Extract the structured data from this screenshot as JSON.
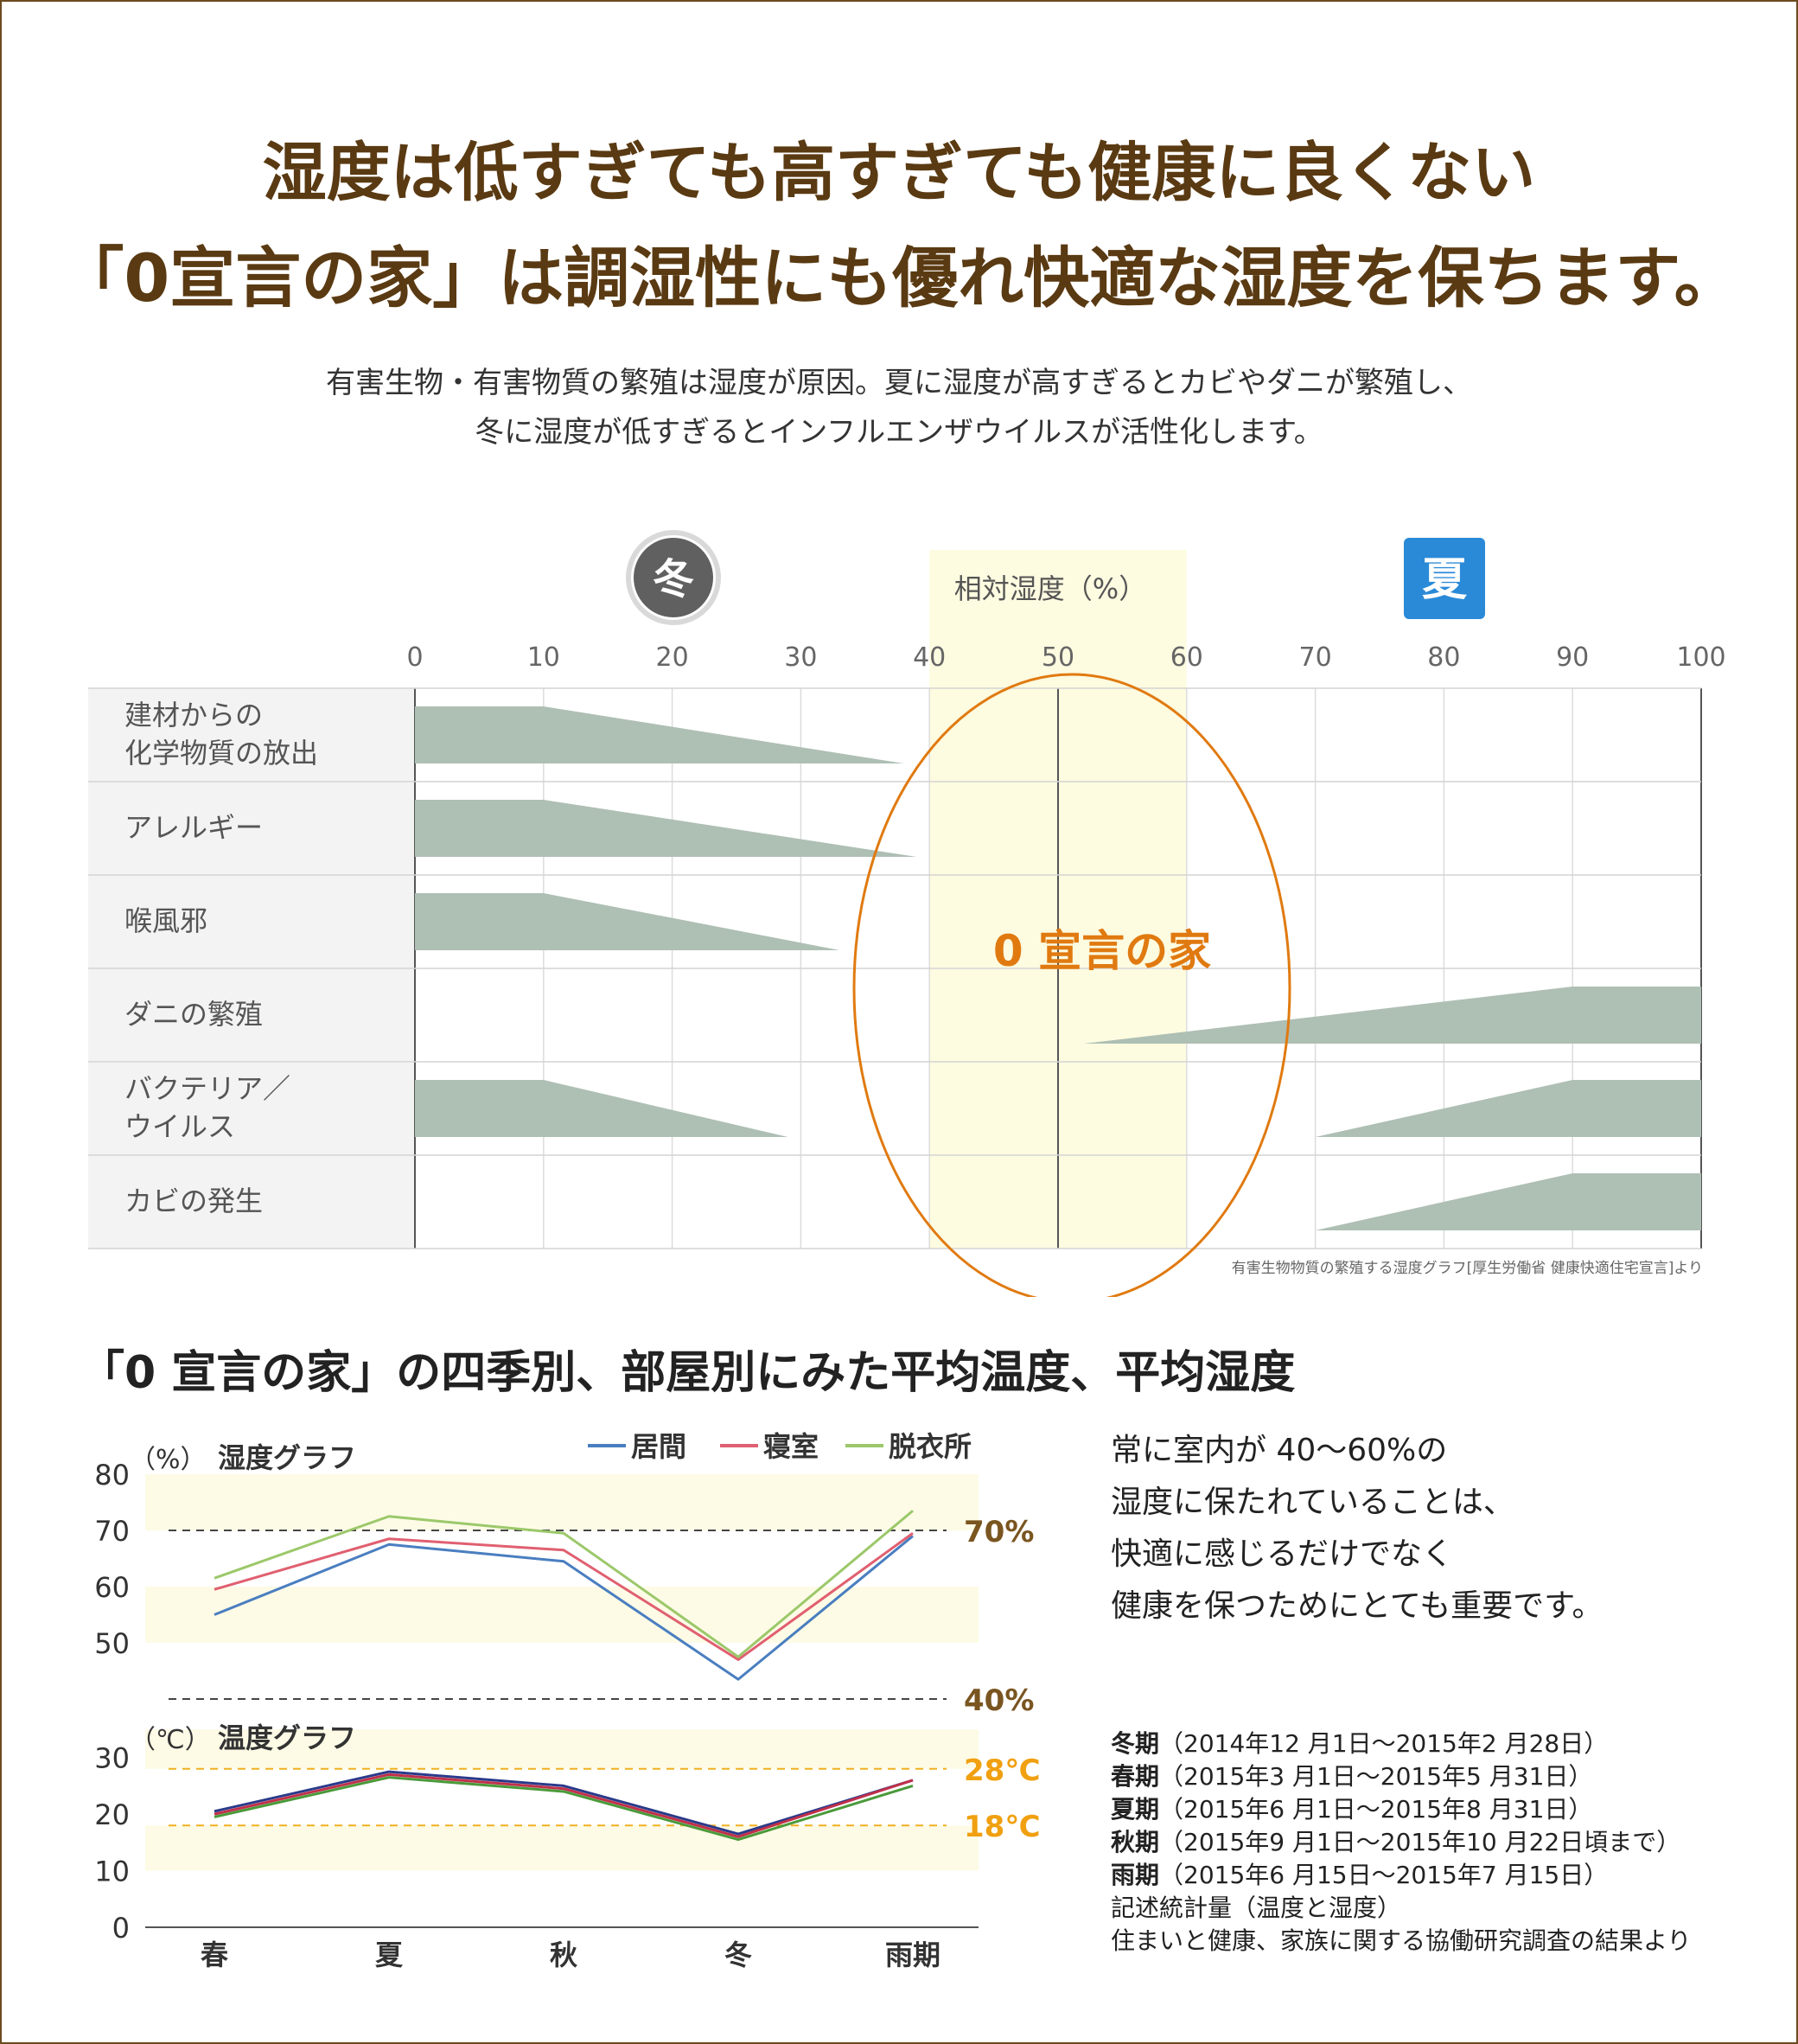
{
  "header": {
    "title_line1": "湿度は低すぎても高すぎても健康に良くない",
    "title_line2": "「0宣言の家」は調湿性にも優れ快適な湿度を保ちます。",
    "intro_line1": "有害生物・有害物質の繁殖は湿度が原因。夏に湿度が高すぎるとカビやダニが繁殖し、",
    "intro_line2": "冬に湿度が低すぎるとインフルエンザウイルスが活性化します。"
  },
  "chart_data": [
    {
      "type": "area",
      "title": "相対湿度（%）",
      "season_badges": {
        "winter": "冬",
        "summer": "夏"
      },
      "x_ticks": [
        0,
        10,
        20,
        30,
        40,
        50,
        60,
        70,
        80,
        90,
        100
      ],
      "xlim": [
        0,
        100
      ],
      "comfort_band": [
        40,
        60
      ],
      "center_line": 50,
      "highlight_label": "0 宣言の家",
      "source": "有害生物物質の繁殖する湿度グラフ[厚生労働省 健康快適住宅宣言]より",
      "rows": [
        {
          "label1": "建材からの",
          "label2": "化学物質の放出",
          "bands": [
            {
              "x_full_from": 0,
              "x_full_to": 10,
              "x_end": 38
            }
          ]
        },
        {
          "label1": "アレルギー",
          "label2": "",
          "bands": [
            {
              "x_full_from": 0,
              "x_full_to": 10,
              "x_end": 39
            }
          ]
        },
        {
          "label1": "喉風邪",
          "label2": "",
          "bands": [
            {
              "x_full_from": 0,
              "x_full_to": 10,
              "x_end": 33
            }
          ]
        },
        {
          "label1": "ダニの繁殖",
          "label2": "",
          "bands": [
            {
              "x_start": 52,
              "x_full_from": 90,
              "x_full_to": 100
            }
          ]
        },
        {
          "label1": "バクテリア／",
          "label2": "ウイルス",
          "bands": [
            {
              "x_full_from": 0,
              "x_full_to": 10,
              "x_end": 29
            },
            {
              "x_start": 70,
              "x_full_from": 90,
              "x_full_to": 100
            }
          ]
        },
        {
          "label1": "カビの発生",
          "label2": "",
          "bands": [
            {
              "x_start": 70,
              "x_full_from": 90,
              "x_full_to": 100
            }
          ]
        }
      ]
    },
    {
      "type": "line",
      "title": "湿度グラフ",
      "ylabel": "（%）",
      "categories": [
        "春",
        "夏",
        "秋",
        "冬",
        "雨期"
      ],
      "y_ticks": [
        50,
        60,
        70,
        80
      ],
      "ylim": [
        40,
        80
      ],
      "bands": [
        [
          70,
          80
        ],
        [
          50,
          60
        ]
      ],
      "reference_lines": [
        {
          "value": 70,
          "label": "70%"
        },
        {
          "value": 40,
          "label": "40%"
        }
      ],
      "series": [
        {
          "name": "居間",
          "color": "#4a7ec0",
          "values": [
            55,
            67.5,
            64.5,
            43.5,
            69
          ]
        },
        {
          "name": "寝室",
          "color": "#e06070",
          "values": [
            59.5,
            68.5,
            66.5,
            47,
            69.5
          ]
        },
        {
          "name": "脱衣所",
          "color": "#9cc86a",
          "values": [
            61.5,
            72.5,
            69.5,
            47.5,
            73.5
          ]
        }
      ]
    },
    {
      "type": "line",
      "title": "温度グラフ",
      "ylabel": "（℃）",
      "categories": [
        "春",
        "夏",
        "秋",
        "冬",
        "雨期"
      ],
      "y_ticks": [
        0,
        10,
        20,
        30
      ],
      "ylim": [
        0,
        35
      ],
      "bands": [
        [
          28,
          35
        ],
        [
          10,
          18
        ]
      ],
      "reference_lines": [
        {
          "value": 28,
          "label": "28℃"
        },
        {
          "value": 18,
          "label": "18℃"
        }
      ],
      "series": [
        {
          "name": "居間",
          "color": "#2a3a8a",
          "values": [
            20.5,
            27.5,
            25,
            16.5,
            26
          ]
        },
        {
          "name": "寝室",
          "color": "#c0304a",
          "values": [
            20,
            27,
            24.5,
            16,
            26
          ]
        },
        {
          "name": "脱衣所",
          "color": "#4a9a3a",
          "values": [
            19.5,
            26.5,
            24,
            15.5,
            25
          ]
        }
      ]
    }
  ],
  "section2": {
    "title": "「0 宣言の家」の四季別、部屋別にみた平均温度、平均湿度",
    "note_lines": [
      "常に室内が 40〜60%の",
      "湿度に保たれていることは、",
      "快適に感じるだけでなく",
      "健康を保つためにとても重要です。"
    ],
    "periods": [
      {
        "name": "冬期",
        "range": "（2014年12 月1日〜2015年2 月28日）"
      },
      {
        "name": "春期",
        "range": "（2015年3 月1日〜2015年5 月31日）"
      },
      {
        "name": "夏期",
        "range": "（2015年6 月1日〜2015年8 月31日）"
      },
      {
        "name": "秋期",
        "range": "（2015年9 月1日〜2015年10 月22日頃まで）"
      },
      {
        "name": "雨期",
        "range": "（2015年6 月15日〜2015年7 月15日）"
      }
    ],
    "footnote1": "記述統計量（温度と湿度）",
    "footnote2": "住まいと健康、家族に関する協働研究調査の結果より"
  }
}
